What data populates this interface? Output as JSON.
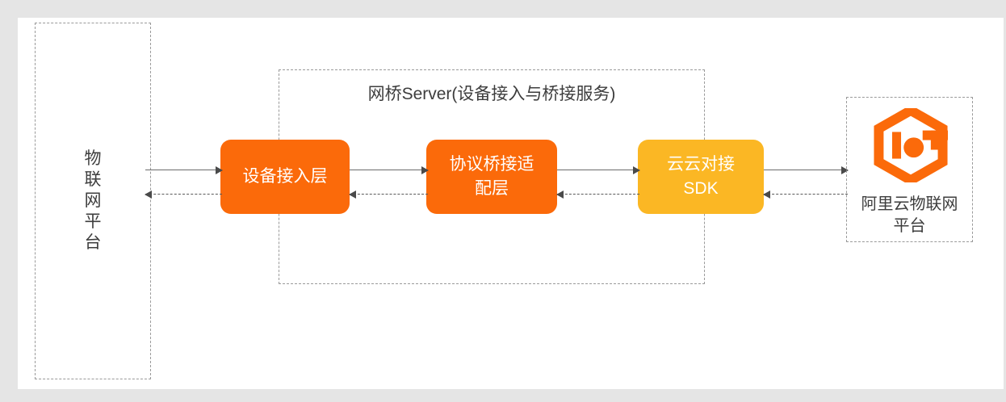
{
  "page": {
    "background_color": "#e5e5e5",
    "canvas_color": "#ffffff"
  },
  "diagram": {
    "type": "architecture-flow",
    "left_platform": {
      "label": "物联网平台",
      "label_chars": [
        "物",
        "联",
        "网",
        "平",
        "台"
      ],
      "border_style": "dashed"
    },
    "bridge_server": {
      "title": "网桥Server(设备接入与桥接服务)",
      "border_style": "dashed",
      "boxes": [
        {
          "name": "device-access-layer",
          "label": "设备接入层",
          "color": "#fb6a0a"
        },
        {
          "name": "protocol-bridge-adapter-layer",
          "label_line1": "协议桥接适",
          "label_line2": "配层",
          "color": "#fb6a0a"
        },
        {
          "name": "cloud-to-cloud-sdk",
          "label_line1": "云云对接",
          "label_line2": "SDK",
          "color": "#fbb724"
        }
      ]
    },
    "right_platform": {
      "logo_name": "aliyun-iot-logo",
      "logo_color": "#fb6a0a",
      "label_line1": "阿里云物联网",
      "label_line2": "平台",
      "border_style": "dashed"
    },
    "connections": [
      {
        "name": "platform-to-device-access",
        "style": "solid",
        "direction": "right"
      },
      {
        "name": "device-access-to-platform",
        "style": "dashed",
        "direction": "left"
      },
      {
        "name": "device-access-to-adapter",
        "style": "solid",
        "direction": "right"
      },
      {
        "name": "adapter-to-device-access",
        "style": "dashed",
        "direction": "left"
      },
      {
        "name": "adapter-to-sdk",
        "style": "solid",
        "direction": "right"
      },
      {
        "name": "sdk-to-adapter",
        "style": "dashed",
        "direction": "left"
      },
      {
        "name": "sdk-to-aliyun-iot",
        "style": "solid",
        "direction": "right"
      },
      {
        "name": "aliyun-iot-to-sdk",
        "style": "dashed",
        "direction": "left"
      }
    ]
  }
}
